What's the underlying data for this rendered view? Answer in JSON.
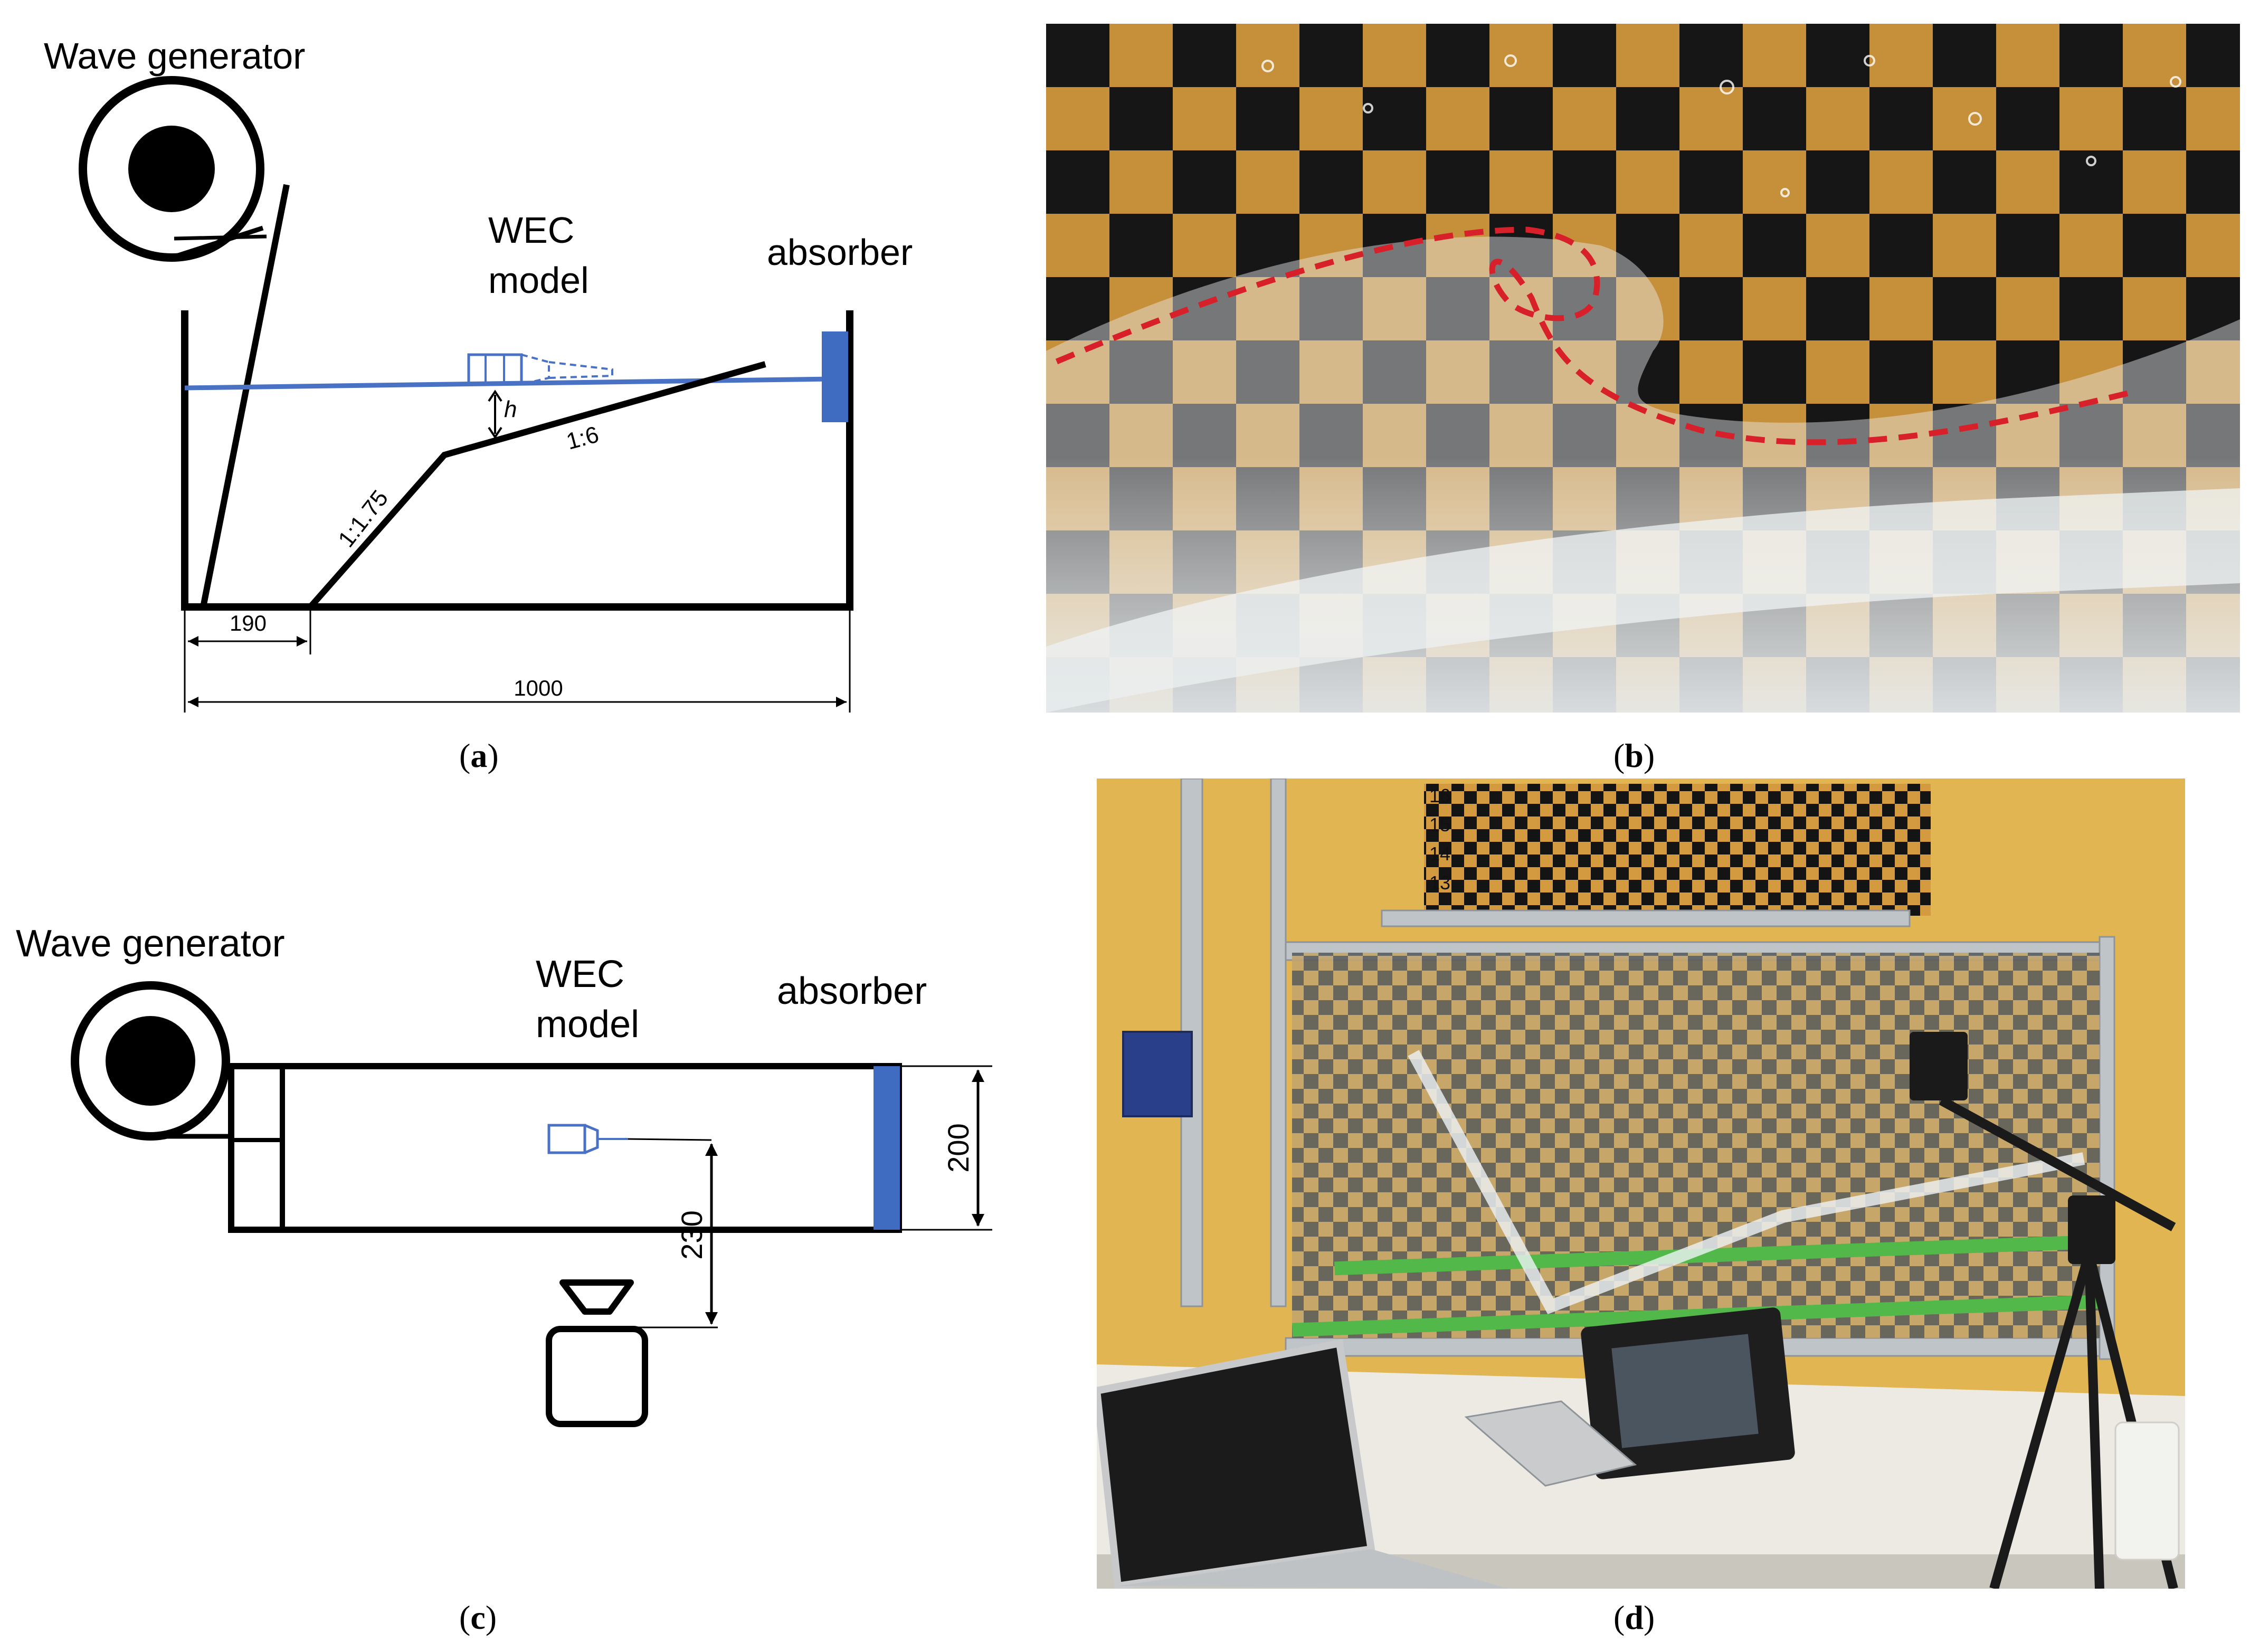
{
  "panel_a": {
    "wave_generator": "Wave generator",
    "wec_line1": "WEC",
    "wec_line2": "model",
    "absorber": "absorber",
    "depth_symbol": "h",
    "slope_steep": "1:1.75",
    "slope_gentle": "1:6",
    "dim_190": "190",
    "dim_1000": "1000",
    "caption_letter": "a"
  },
  "panel_b": {
    "caption_letter": "b"
  },
  "panel_c": {
    "wave_generator": "Wave generator",
    "wec_line1": "WEC",
    "wec_line2": "model",
    "absorber": "absorber",
    "dim_200": "200",
    "dim_230": "230",
    "caption_letter": "c"
  },
  "panel_d": {
    "board_numbers": [
      "16",
      "15",
      "14",
      "13"
    ],
    "caption_letter": "d"
  },
  "colors": {
    "water_blue": "#4a72c4",
    "absorber_blue": "#3f6cc0",
    "wave_red": "#d8202a",
    "board_tan": "#d6a24e",
    "wall_yellow": "#e1b552"
  }
}
